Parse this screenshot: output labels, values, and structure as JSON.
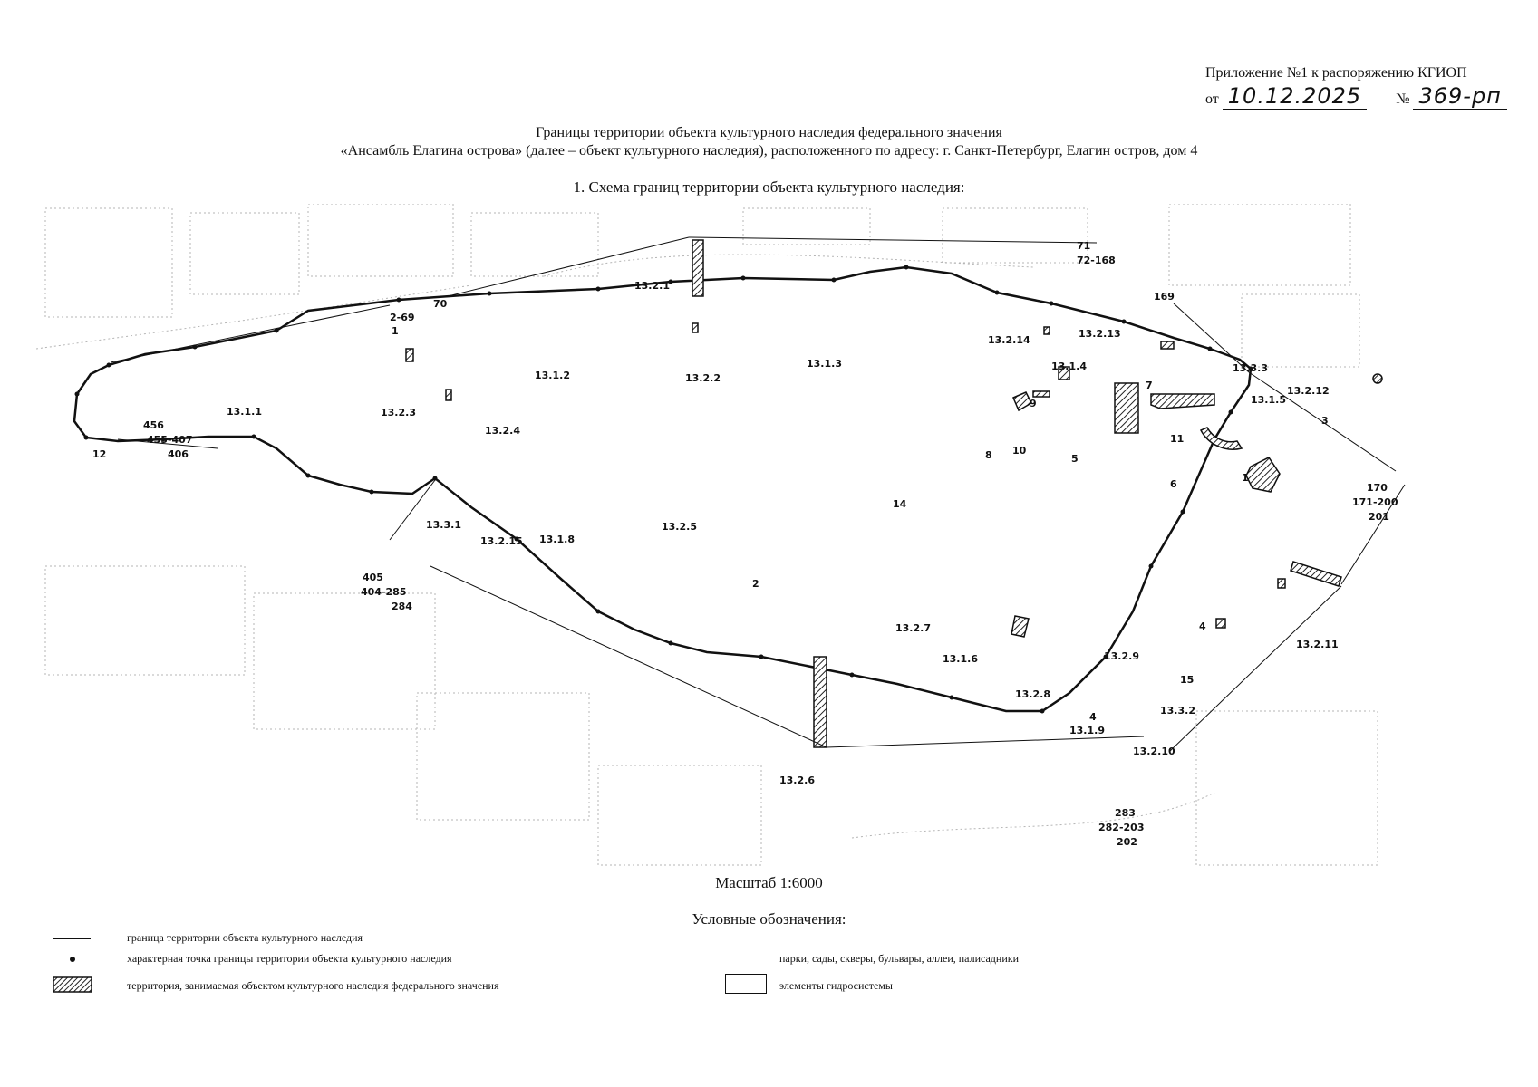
{
  "header": {
    "appendix": "Приложение №1 к распоряжению КГИОП",
    "date_prefix": "от",
    "date": "10.12.2025",
    "number_prefix": "№",
    "number": "369-рп"
  },
  "title": {
    "line1": "Границы территории объекта культурного наследия федерального значения",
    "line2": "«Ансамбль Елагина острова» (далее – объект культурного наследия), расположенного по адресу: г. Санкт-Петербург, Елагин остров, дом 4"
  },
  "section_heading": "1.   Схема границ территории объекта культурного наследия:",
  "map": {
    "boundary_point_labels": [
      "70",
      "2-69",
      "1",
      "456",
      "455-407",
      "406",
      "12",
      "405",
      "404-285",
      "284",
      "71",
      "72-168",
      "169",
      "170",
      "171-200",
      "201",
      "283",
      "282-203",
      "202"
    ],
    "zone_labels": [
      "13.1.1",
      "13.1.2",
      "13.1.3",
      "13.1.4",
      "13.1.5",
      "13.1.6",
      "13.1.8",
      "13.1.9",
      "13.2.1",
      "13.2.2",
      "13.2.3",
      "13.2.4",
      "13.2.5",
      "13.2.6",
      "13.2.7",
      "13.2.8",
      "13.2.9",
      "13.2.10",
      "13.2.11",
      "13.2.12",
      "13.2.13",
      "13.2.14",
      "13.2.15",
      "13.3.1",
      "13.3.2",
      "13.3.3",
      "14"
    ],
    "object_numbers": [
      "1",
      "2",
      "3",
      "4",
      "4",
      "5",
      "6",
      "7",
      "8",
      "9",
      "10",
      "11",
      "15"
    ]
  },
  "scale": "Масштаб 1:6000",
  "legend": {
    "title": "Условные обозначения:",
    "items": [
      {
        "label": "граница территории объекта культурного наследия"
      },
      {
        "label": "характерная точка границы территории объекта культурного наследия"
      },
      {
        "label": "территория, занимаемая объектом культурного наследия федерального значения"
      },
      {
        "label": "парки, сады, скверы, бульвары, аллеи, палисадники"
      },
      {
        "label": "элементы гидросистемы"
      }
    ]
  }
}
